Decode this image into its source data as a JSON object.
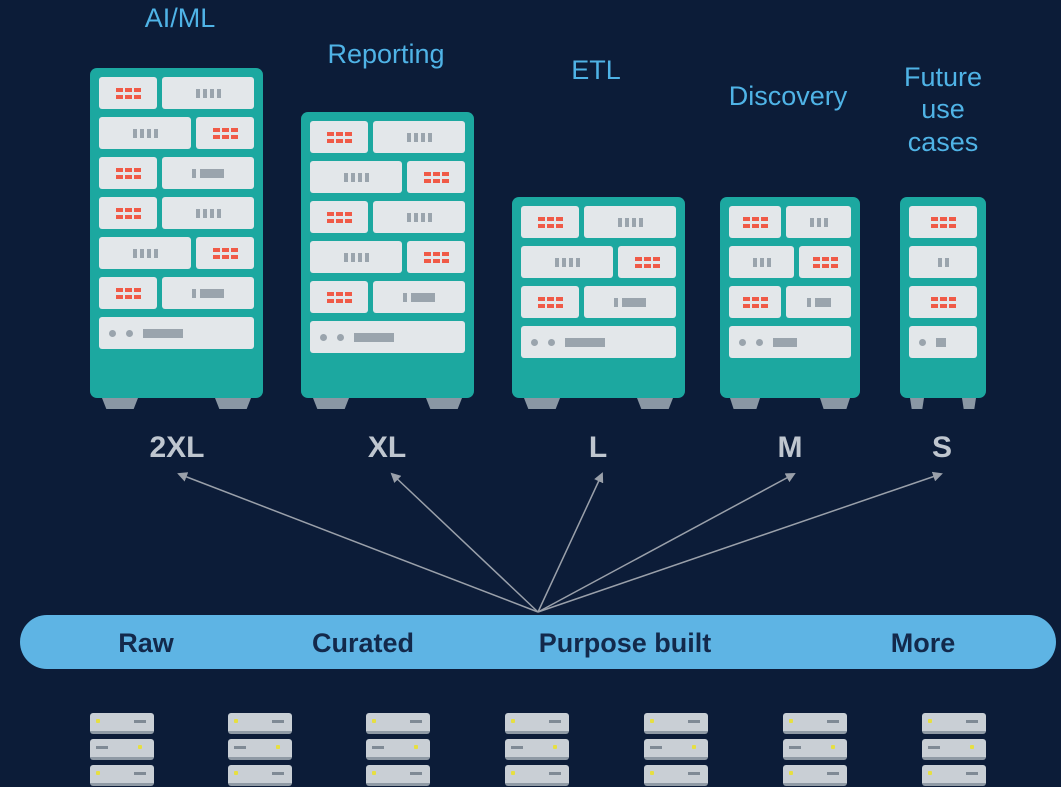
{
  "use_cases": [
    {
      "label": "AI/ML"
    },
    {
      "label": "Reporting"
    },
    {
      "label": "ETL"
    },
    {
      "label": "Discovery"
    },
    {
      "label": "Future use cases"
    }
  ],
  "sizes": [
    "2XL",
    "XL",
    "L",
    "M",
    "S"
  ],
  "layers": [
    "Raw",
    "Curated",
    "Purpose built",
    "More"
  ],
  "colors": {
    "background": "#0c1c38",
    "label_blue": "#4fb3e6",
    "rack_teal": "#1ca8a0",
    "pill_blue": "#5eb4e4",
    "module_red": "#f05a47",
    "arrow": "#9aa0aa"
  }
}
